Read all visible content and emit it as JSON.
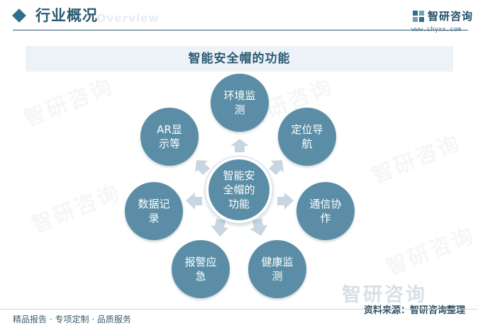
{
  "header": {
    "title": "行业概况",
    "subtitle": "Overview",
    "logo_name": "智研咨询",
    "logo_url": "www.chyxx.com"
  },
  "banner": {
    "title": "智能安全帽的功能"
  },
  "diagram": {
    "center": "智能安全帽的功能",
    "nodes": [
      {
        "id": "env",
        "label": "环境监测"
      },
      {
        "id": "nav",
        "label": "定位导航"
      },
      {
        "id": "comm",
        "label": "通信协作"
      },
      {
        "id": "health",
        "label": "健康监测"
      },
      {
        "id": "alarm",
        "label": "报警应急"
      },
      {
        "id": "record",
        "label": "数据记录"
      },
      {
        "id": "ar",
        "label": "AR显示等"
      }
    ]
  },
  "footer": {
    "left": "精品报告 · 专项定制 · 品质服务",
    "source": "资料来源：智研咨询整理",
    "watermark": "智研咨询"
  },
  "colors": {
    "node": "#5b8ea6",
    "arrow": "#c7d6e0",
    "banner": "#ecf2f8",
    "title": "#2b5a73"
  }
}
